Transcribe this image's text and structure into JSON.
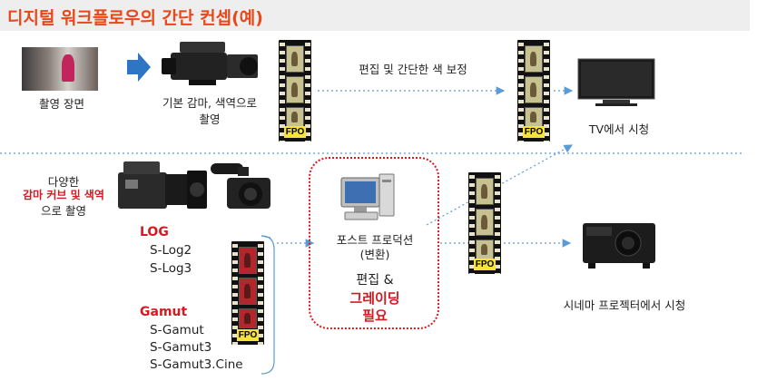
{
  "title": "디지털 워크플로우의 간단 컨셉(예)",
  "top": {
    "scene_label": "촬영 장면",
    "camera_label_line1": "기본 감마, 색역으로",
    "camera_label_line2": "촬영",
    "edit_label": "편집 및 간단한 색 보정",
    "tv_label": "TV에서 시청"
  },
  "bottom": {
    "cinecam_line1": "다양한",
    "cinecam_line2": "감마 커브 및 색역",
    "cinecam_line3": "으로 촬영",
    "log_heading": "LOG",
    "log_items": [
      "S-Log2",
      "S-Log3"
    ],
    "gamut_heading": "Gamut",
    "gamut_items": [
      "S-Gamut",
      "S-Gamut3",
      "S-Gamut3.Cine"
    ],
    "post_line1": "포스트 프로덕션",
    "post_line2": "(변환)",
    "edit_line": "편집 &",
    "grading_line1": "그레이딩",
    "grading_line2": "필요",
    "cinema_label": "시네마 프로젝터에서 시청"
  },
  "fpo_label": "FPO",
  "colors": {
    "title": "#e8481a",
    "accent_red": "#d71920",
    "arrow_blue": "#5b9bd5",
    "fpo_yellow": "#f7e33a"
  },
  "icons": [
    "scene-photo",
    "arrow-right-icon",
    "camcorder-icon",
    "film-strip-icon",
    "tv-icon",
    "cinema-camera-icon",
    "mirrorless-camera-icon",
    "computer-icon",
    "projector-icon"
  ]
}
